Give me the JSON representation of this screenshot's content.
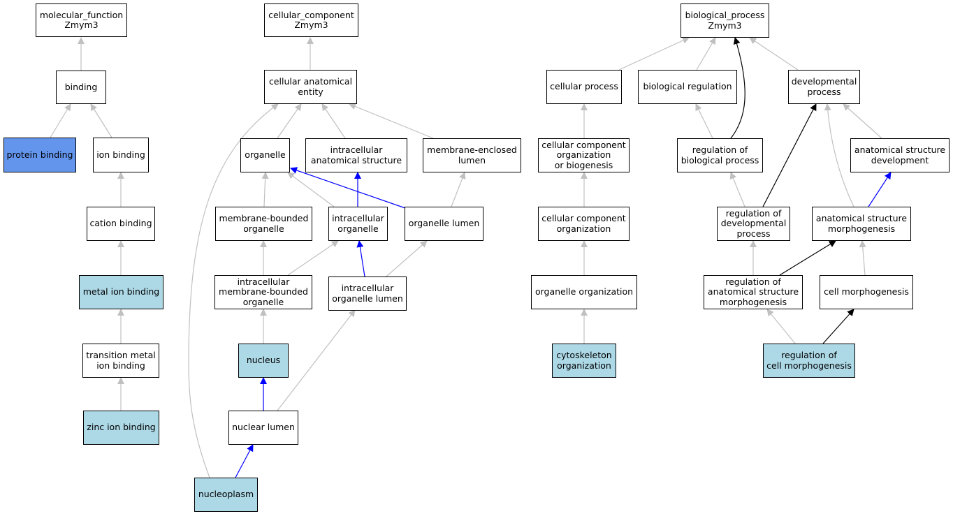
{
  "nodes": {
    "mf": "molecular_function\nZmym3",
    "binding": "binding",
    "protein_binding": "protein binding",
    "ion_binding": "ion binding",
    "cation_binding": "cation binding",
    "metal_ion_binding": "metal ion binding",
    "transition_metal": "transition metal\nion binding",
    "zinc_ion_binding": "zinc ion binding",
    "cc": "cellular_component\nZmym3",
    "cae": "cellular anatomical\nentity",
    "organelle": "organelle",
    "ias": "intracellular\nanatomical structure",
    "mel": "membrane-enclosed\nlumen",
    "mbo": "membrane-bounded\norganelle",
    "io": "intracellular\norganelle",
    "ol": "organelle lumen",
    "imbo": "intracellular\nmembrane-bounded\norganelle",
    "iol": "intracellular\norganelle lumen",
    "nucleus": "nucleus",
    "nuclear_lumen": "nuclear lumen",
    "nucleoplasm": "nucleoplasm",
    "bp": "biological_process\nZmym3",
    "cellular_process": "cellular process",
    "biological_regulation": "biological regulation",
    "developmental_process": "developmental\nprocess",
    "ccob": "cellular component\norganization\nor biogenesis",
    "rbp": "regulation of\nbiological process",
    "asd": "anatomical structure\ndevelopment",
    "cco": "cellular component\norganization",
    "rdp": "regulation of\ndevelopmental\nprocess",
    "asm": "anatomical structure\nmorphogenesis",
    "oo": "organelle organization",
    "rasm": "regulation of\nanatomical structure\nmorphogenesis",
    "cm": "cell morphogenesis",
    "co": "cytoskeleton\norganization",
    "rcm": "regulation of\ncell morphogenesis"
  },
  "colors": {
    "highlight": "#add8e6",
    "highlight_strong": "#6495ed",
    "edge_is_a": "#c0c0c0",
    "edge_part_of": "#0000ff",
    "edge_regulates": "#000000"
  }
}
